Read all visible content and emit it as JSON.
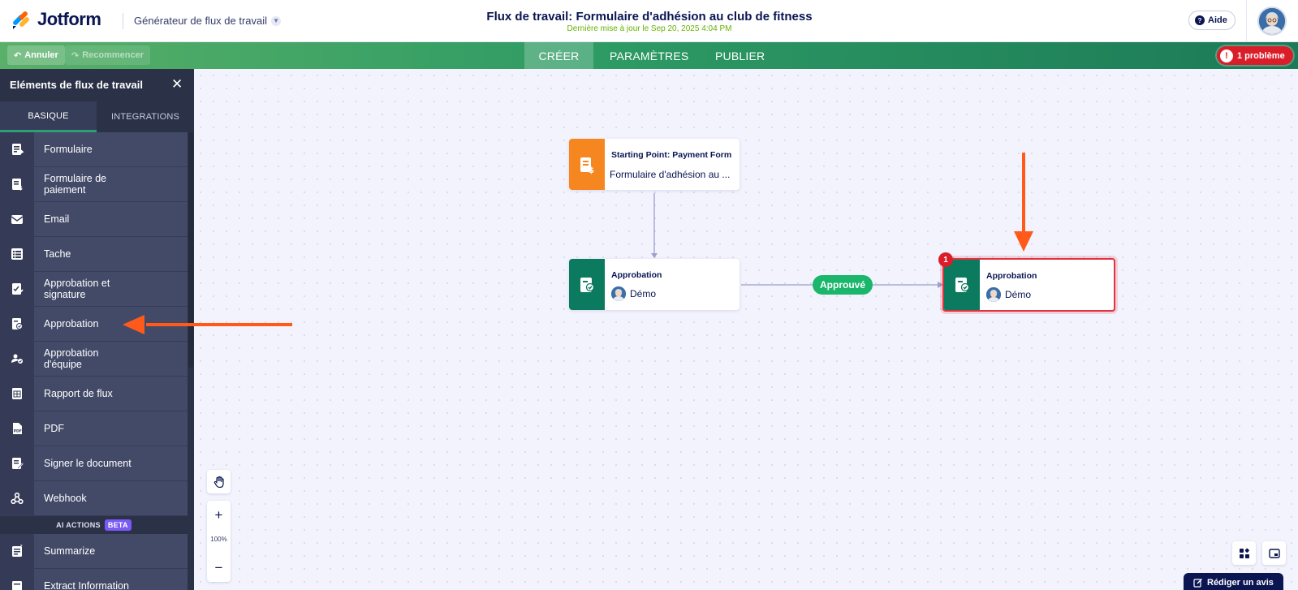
{
  "header": {
    "logo_text": "Jotform",
    "builder_label": "Générateur de flux de travail",
    "title": "Flux de travail: Formulaire d'adhésion au club de fitness",
    "last_update": "Dernière mise à jour le Sep 20, 2025 4:04 PM",
    "help_label": "Aide"
  },
  "toolbar": {
    "undo_label": "Annuler",
    "redo_label": "Recommencer",
    "tabs": [
      "CRÉER",
      "PARAMÈTRES",
      "PUBLIER"
    ],
    "problem_count": "!",
    "problem_label": "1 problème"
  },
  "sidebar": {
    "title": "Eléments de flux de travail",
    "tabs": [
      "BASIQUE",
      "INTEGRATIONS"
    ],
    "items": [
      {
        "label": "Formulaire",
        "icon": "form-icon"
      },
      {
        "label": "Formulaire de paiement",
        "icon": "payment-form-icon"
      },
      {
        "label": "Email",
        "icon": "email-icon"
      },
      {
        "label": "Tache",
        "icon": "task-icon"
      },
      {
        "label": "Approbation et signature",
        "icon": "approval-signature-icon"
      },
      {
        "label": "Approbation",
        "icon": "approval-icon"
      },
      {
        "label": "Approbation d'équipe",
        "icon": "team-approval-icon"
      },
      {
        "label": "Rapport de flux",
        "icon": "flow-report-icon"
      },
      {
        "label": "PDF",
        "icon": "pdf-icon"
      },
      {
        "label": "Signer le document",
        "icon": "sign-document-icon"
      },
      {
        "label": "Webhook",
        "icon": "webhook-icon"
      }
    ],
    "ai_section": "AI ACTIONS",
    "ai_badge": "BETA",
    "ai_items": [
      {
        "label": "Summarize",
        "icon": "summarize-icon"
      },
      {
        "label": "Extract Information",
        "icon": "extract-icon"
      }
    ]
  },
  "canvas": {
    "start_node": {
      "title": "Starting Point: Payment Form",
      "subtitle": "Formulaire d'adhésion au ..."
    },
    "approval_node_1": {
      "title": "Approbation",
      "assignee": "Démo"
    },
    "approval_node_2": {
      "title": "Approbation",
      "assignee": "Démo",
      "error_count": "1"
    },
    "edge_label": "Approuvé",
    "zoom_level": "100%",
    "zoom_in": "+",
    "zoom_out": "−"
  },
  "footer": {
    "review_label": "Rédiger un avis"
  },
  "colors": {
    "toolbar_green": "#2e9b64",
    "start_orange": "#f6861f",
    "approval_teal": "#0b7a5e",
    "error_red": "#d91e2a",
    "annotation_arrow": "#ff5a1a",
    "approved_green": "#19b66b"
  }
}
